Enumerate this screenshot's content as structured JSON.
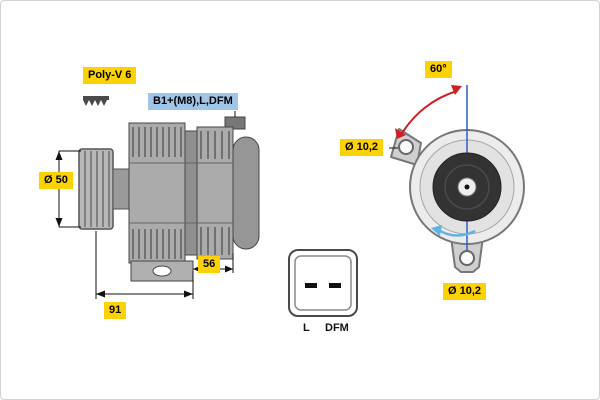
{
  "side_view": {
    "belt_label": "Poly-V 6",
    "terminal_label": "B1+(M8),L,DFM",
    "pulley_diameter_label": "Ø 50",
    "dim_depth_label": "56",
    "dim_length_label": "91"
  },
  "connector": {
    "pin_left_label": "L",
    "pin_right_label": "DFM"
  },
  "front_view": {
    "angle_label": "60°",
    "top_hole_label": "Ø 10,2",
    "bottom_hole_label": "Ø 10,2"
  },
  "colors": {
    "highlight_yellow": "#fcd202",
    "highlight_blue": "#9fc5e8",
    "centerline_blue": "#2f5fc1",
    "angle_arrow_red": "#cf1f25",
    "rotation_arrow_blue": "#5fb3e4",
    "metal_gray": "#ababab"
  }
}
